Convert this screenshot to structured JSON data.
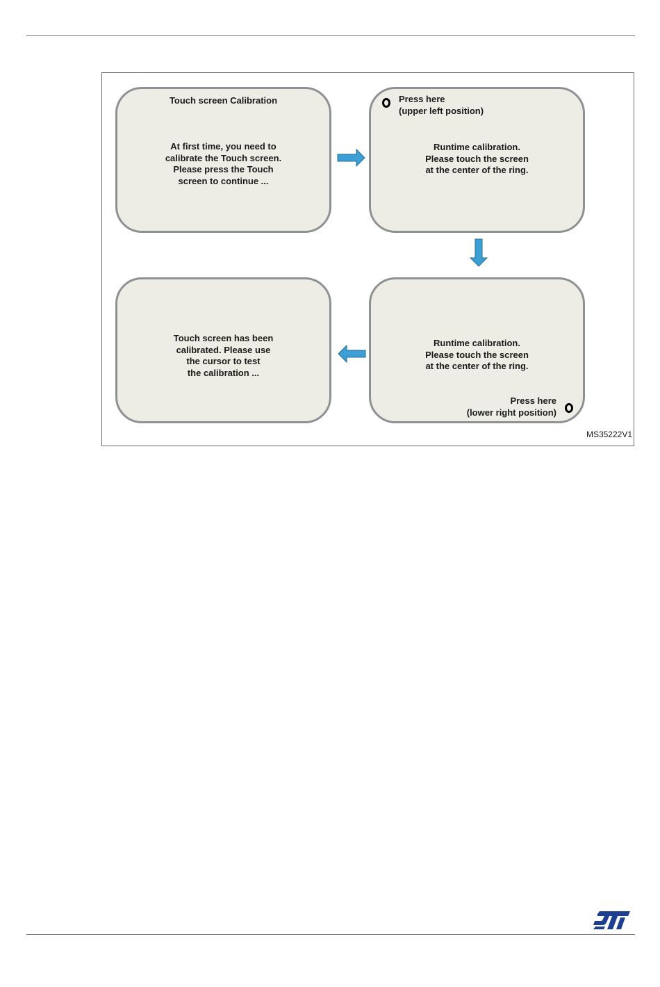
{
  "figure": {
    "id": "MS35222V1",
    "screens": {
      "first": {
        "title": "Touch screen Calibration",
        "lines": [
          "At first time, you need to",
          "calibrate the Touch screen.",
          "Please press the Touch",
          "screen to continue ..."
        ]
      },
      "upper_left": {
        "hint": [
          "Press here",
          "(upper left position)"
        ],
        "lines": [
          "Runtime calibration.",
          "Please touch the screen",
          "at the center of the ring."
        ]
      },
      "lower_right": {
        "lines": [
          "Runtime calibration.",
          "Please touch the screen",
          "at the center of the ring."
        ],
        "hint": [
          "Press here",
          "(lower right position)"
        ]
      },
      "done": {
        "lines": [
          "Touch screen has been",
          "calibrated. Please use",
          "the cursor to test",
          "the calibration ..."
        ]
      }
    }
  },
  "colors": {
    "screen_fill": "#eeede5",
    "screen_border": "#8e9194",
    "arrow_fill": "#3d9fd3",
    "arrow_stroke": "#1f6f99",
    "logo": "#1e3f8f"
  }
}
